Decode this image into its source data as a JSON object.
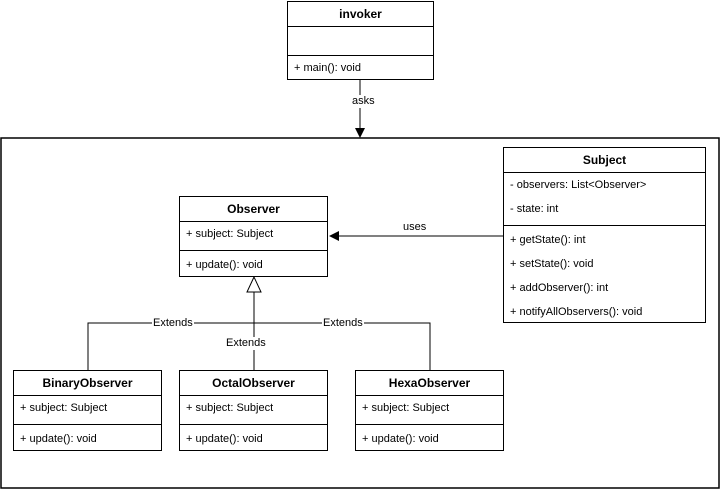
{
  "diagram": {
    "classes": {
      "invoker": {
        "name": "invoker",
        "attributes": [],
        "methods": [
          "+ main(): void"
        ]
      },
      "subject": {
        "name": "Subject",
        "attributes": [
          "- observers: List<Observer>",
          "- state: int"
        ],
        "methods": [
          "+ getState(): int",
          "+ setState(): void",
          "+ addObserver(): int",
          "+ notifyAllObservers(): void"
        ]
      },
      "observer": {
        "name": "Observer",
        "attributes": [
          "+ subject: Subject"
        ],
        "methods": [
          "+ update(): void"
        ]
      },
      "binary_observer": {
        "name": "BinaryObserver",
        "attributes": [
          "+ subject: Subject"
        ],
        "methods": [
          "+ update(): void"
        ]
      },
      "octal_observer": {
        "name": "OctalObserver",
        "attributes": [
          "+ subject: Subject"
        ],
        "methods": [
          "+ update(): void"
        ]
      },
      "hexa_observer": {
        "name": "HexaObserver",
        "attributes": [
          "+ subject: Subject"
        ],
        "methods": [
          "+ update(): void"
        ]
      }
    },
    "relations": {
      "asks": "asks",
      "uses": "uses",
      "extends_binary": "Extends",
      "extends_octal": "Extends",
      "extends_hexa": "Extends"
    }
  }
}
